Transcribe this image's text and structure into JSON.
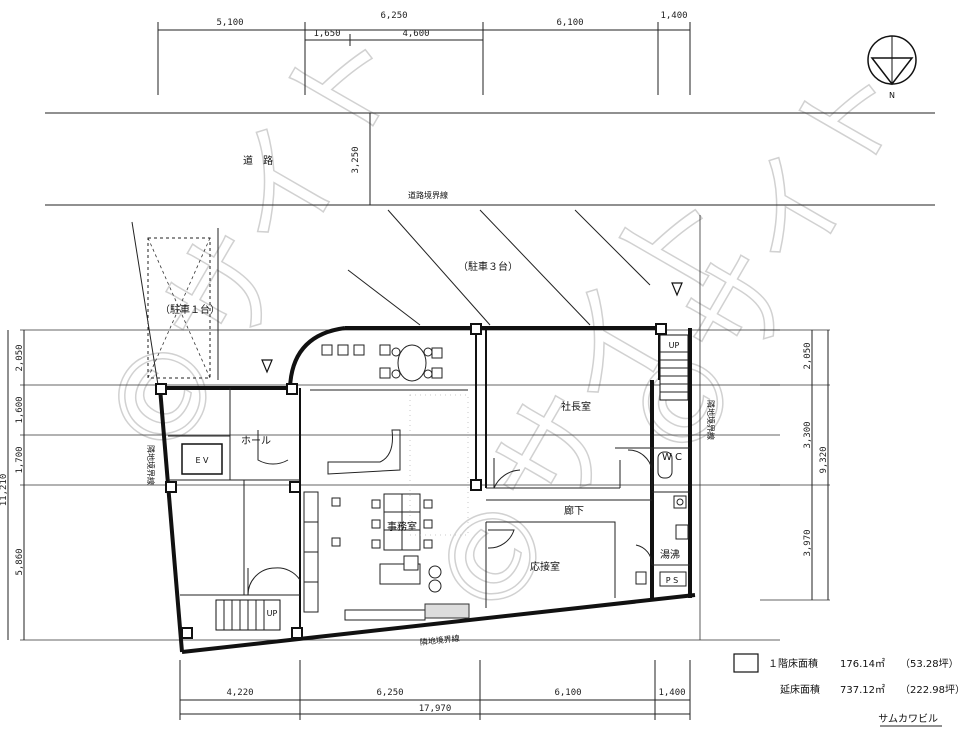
{
  "dimensions": {
    "top_overall": [
      "5,100",
      "6,250",
      "6,100",
      "1,400"
    ],
    "top_sub": [
      "1,650",
      "4,600"
    ],
    "bottom_overall": [
      "4,220",
      "6,250",
      "6,100",
      "1,400"
    ],
    "bottom_total": "17,970",
    "left": [
      "2,050",
      "1,600",
      "1,700",
      "5,860"
    ],
    "left_total": "11,210",
    "right": [
      "2,050",
      "3,300",
      "3,970"
    ],
    "right_total": "9,320",
    "road_width": "3,250"
  },
  "labels": {
    "road": "道　路",
    "road_boundary": "道路境界線",
    "parking_3": "（駐車３台）",
    "parking_1": "（駐車１台）",
    "president_room": "社長室",
    "hall": "ホール",
    "ev": "E V",
    "wc": "W C",
    "office": "事務室",
    "corridor": "廊下",
    "reception": "応接室",
    "kettle": "湯沸",
    "ps": "P S",
    "up_top": "UP",
    "up_bottom": "UP",
    "site_boundary_bottom": "隣地境界線",
    "site_boundary_left": "隣地境界線",
    "site_boundary_right": "隣地境界線",
    "north": "N"
  },
  "legend": {
    "floor1_label": "１階床面積",
    "floor1_value": "176.14㎡",
    "floor1_tsubo": "（53.28坪）",
    "total_label": "延床面積",
    "total_value": "737.12㎡",
    "total_tsubo": "（222.98坪）"
  },
  "building_name": "サムカワビル",
  "watermark": "©サイト"
}
